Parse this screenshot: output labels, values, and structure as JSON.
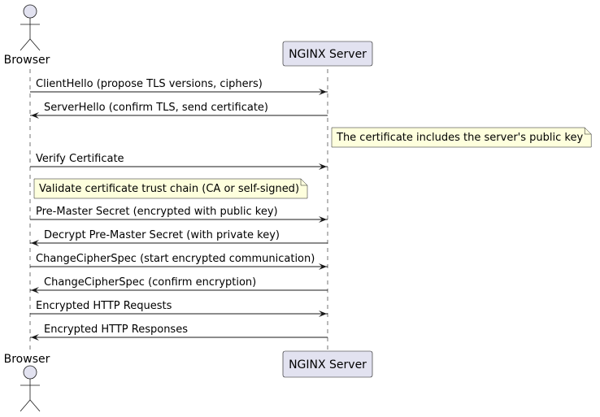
{
  "participants": {
    "browser": {
      "label": "Browser",
      "kind": "actor"
    },
    "server": {
      "label": "NGINX Server",
      "kind": "participant"
    }
  },
  "colors": {
    "actor_fill": "#E2E2F0",
    "participant_fill": "#E2E2F0",
    "note_fill": "#FEFFDD",
    "line": "#181818"
  },
  "steps": [
    {
      "type": "message",
      "from": "browser",
      "to": "server",
      "text": "ClientHello (propose TLS versions, ciphers)"
    },
    {
      "type": "message",
      "from": "server",
      "to": "browser",
      "text": "ServerHello (confirm TLS, send certificate)"
    },
    {
      "type": "note",
      "over": "server",
      "side": "right",
      "text": "The certificate includes the server's public key"
    },
    {
      "type": "message",
      "from": "browser",
      "to": "server",
      "text": "Verify Certificate"
    },
    {
      "type": "note",
      "over": "browser",
      "side": "right",
      "text": "Validate certificate trust chain (CA or self-signed)"
    },
    {
      "type": "message",
      "from": "browser",
      "to": "server",
      "text": "Pre-Master Secret (encrypted with public key)"
    },
    {
      "type": "message",
      "from": "server",
      "to": "browser",
      "text": "Decrypt Pre-Master Secret (with private key)"
    },
    {
      "type": "message",
      "from": "browser",
      "to": "server",
      "text": "ChangeCipherSpec (start encrypted communication)"
    },
    {
      "type": "message",
      "from": "server",
      "to": "browser",
      "text": "ChangeCipherSpec (confirm encryption)"
    },
    {
      "type": "message",
      "from": "browser",
      "to": "server",
      "text": "Encrypted HTTP Requests"
    },
    {
      "type": "message",
      "from": "server",
      "to": "browser",
      "text": "Encrypted HTTP Responses"
    }
  ]
}
